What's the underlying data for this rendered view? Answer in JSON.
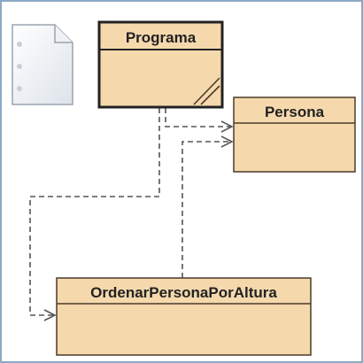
{
  "diagram": {
    "colors": {
      "frame": "#8aa9c4",
      "class_fill": "#f5d9ad",
      "class_border": "#4a3b2a",
      "arrow": "#555555",
      "page_icon": "#e9edf2"
    },
    "icons": {
      "page": "document-page-icon",
      "abstract_marker": "diagonal-lines-icon"
    },
    "classes": [
      {
        "id": "programa",
        "name": "Programa",
        "selected": true
      },
      {
        "id": "persona",
        "name": "Persona",
        "selected": false
      },
      {
        "id": "ordenar",
        "name": "OrdenarPersonaPorAltura",
        "selected": false
      }
    ],
    "dependencies": [
      {
        "from": "Programa",
        "to": "Persona"
      },
      {
        "from": "Programa",
        "to": "OrdenarPersonaPorAltura"
      },
      {
        "from": "OrdenarPersonaPorAltura",
        "to": "Persona"
      }
    ]
  }
}
